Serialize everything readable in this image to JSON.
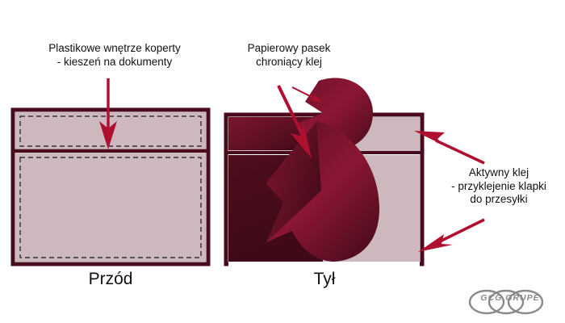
{
  "figure": {
    "title_front": "Przód",
    "title_back": "Tył",
    "background_color": "#ffffff"
  },
  "labels": {
    "front_pocket": "Plastikowe wnętrze koperty\n- kieszeń na dokumenty",
    "paper_strip": "Papierowy pasek\nchroniący klej",
    "active_glue": "Aktywny klej\n- przyklejenie klapki\ndo przesyłki"
  },
  "colors": {
    "envelope_border": "#4a0c1c",
    "panel_fill": "#ccb8bd",
    "flap_dark": "#5a0f22",
    "flap_mid": "#7e1330",
    "arrow": "#b01030",
    "text": "#111111",
    "logo": "#8a8a8a"
  },
  "logo": {
    "text": "GCG GRUPE",
    "icon": "three-interlocking-rings"
  },
  "parts": {
    "front_top_panel": "plastic pocket window",
    "front_bottom_panel": "document pocket",
    "back_flap": "adhesive flap",
    "back_strip": "protective paper strip"
  }
}
